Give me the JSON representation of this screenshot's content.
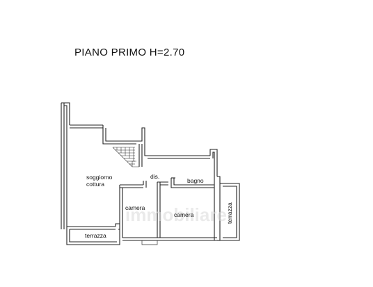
{
  "title": "PIANO PRIMO H=2.70",
  "rooms": {
    "soggiorno_line1": "soggiorno",
    "soggiorno_line2": "cottura",
    "dis": "dis.",
    "bagno": "bagno",
    "camera_small": "camera",
    "camera_large": "camera",
    "terrazza_bottom": "terrazza",
    "terrazza_right": "terrazza"
  },
  "watermark": "immobiliare",
  "colors": {
    "wall": "#222222",
    "background": "#ffffff"
  }
}
